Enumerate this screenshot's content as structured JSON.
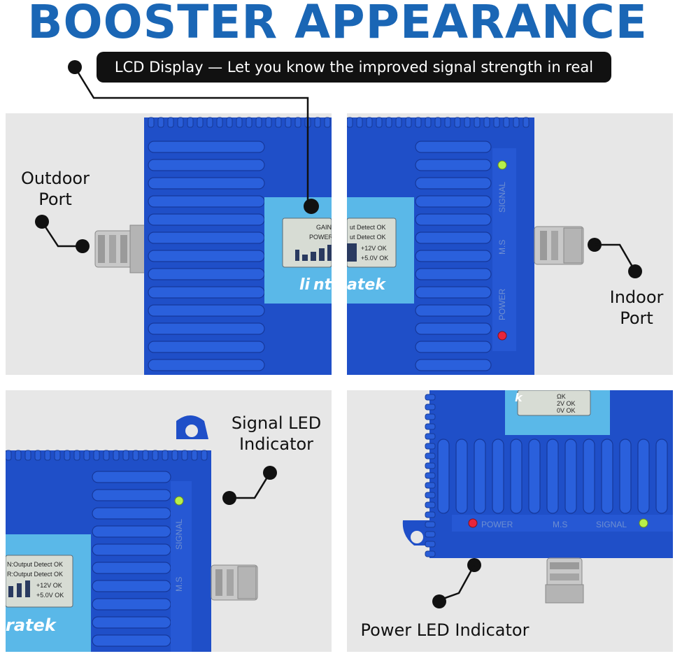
{
  "header": {
    "title": "BOOSTER APPEARANCE"
  },
  "callouts": {
    "lcd": "LCD Display — Let you know the improved signal strength in real time",
    "outdoor_port": [
      "Outdoor",
      "Port"
    ],
    "indoor_port": [
      "Indoor",
      "Port"
    ],
    "signal_led": [
      "Signal LED",
      "Indicator"
    ],
    "power_led": "Power LED Indicator"
  },
  "device": {
    "brand": "lintratek",
    "brand_partial_right": "atek",
    "brand_partial_left": "li",
    "brand_partial_bl": "ratek",
    "lcd_lines": [
      "GAIN:Output Detect  OK",
      "POWER:Output Detect  OK",
      "+12V OK",
      "+5.0V OK"
    ],
    "lcd_lines_p3": [
      "N:Output Detect   OK",
      "R:Output Detect   OK",
      "+12V OK",
      "+5.0V OK"
    ],
    "lcd_lines_p4": [
      "ΩK",
      "2V OK",
      "0V OK"
    ],
    "side_labels": [
      "SIGNAL",
      "M.S",
      "POWER"
    ],
    "port_label": "M.S"
  },
  "colors": {
    "title": "#1a66b5",
    "body": "#1f4fc8",
    "lcd": "#5ab8e8",
    "led_green": "#b8f04a",
    "led_red": "#e8253c"
  }
}
